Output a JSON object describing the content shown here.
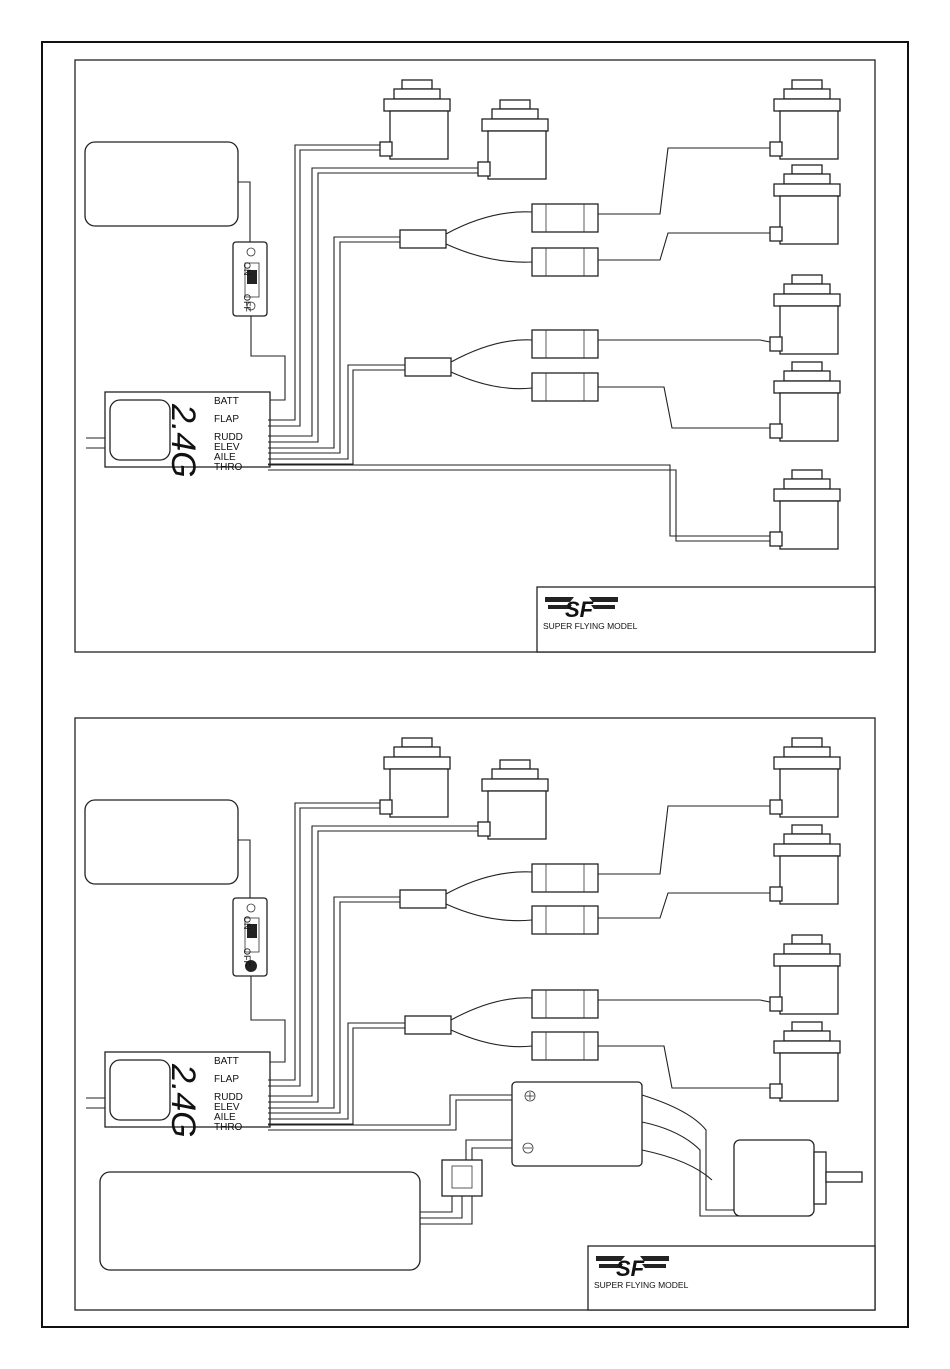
{
  "panels": [
    {
      "receiver": {
        "band": "2.4G",
        "channels": [
          "BATT",
          "FLAP",
          "RUDD",
          "ELEV",
          "AILE",
          "THRO"
        ]
      },
      "switch": {
        "top_label": "ON",
        "bottom_label": "OFF"
      },
      "brand": {
        "name": "SUPER FLYING MODEL"
      }
    },
    {
      "receiver": {
        "band": "2.4G",
        "channels": [
          "BATT",
          "FLAP",
          "RUDD",
          "ELEV",
          "AILE",
          "THRO"
        ]
      },
      "switch": {
        "top_label": "ON",
        "bottom_label": "OFF"
      },
      "brand": {
        "name": "SUPER FLYING MODEL"
      }
    }
  ]
}
